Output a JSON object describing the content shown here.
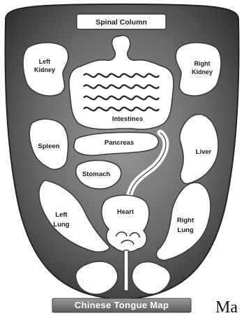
{
  "diagram": {
    "top_label": "Spinal Column",
    "labels": {
      "left_kidney": [
        "Left",
        "Kidney"
      ],
      "right_kidney": [
        "Right",
        "Kidney"
      ],
      "intestines": "Intestines",
      "pancreas": "Pancreas",
      "spleen": "Spleen",
      "liver": "Liver",
      "stomach": "Stomach",
      "heart": "Heart",
      "left_lung": [
        "Left",
        "Lung"
      ],
      "right_lung": [
        "Right",
        "Lung"
      ]
    },
    "caption": "Chinese Tongue Map",
    "side_text": "Ma"
  },
  "colors": {
    "tongue_dark": "#3c3c3c",
    "organ_fill": "#ffffff",
    "banner": "#7a7a7a"
  }
}
